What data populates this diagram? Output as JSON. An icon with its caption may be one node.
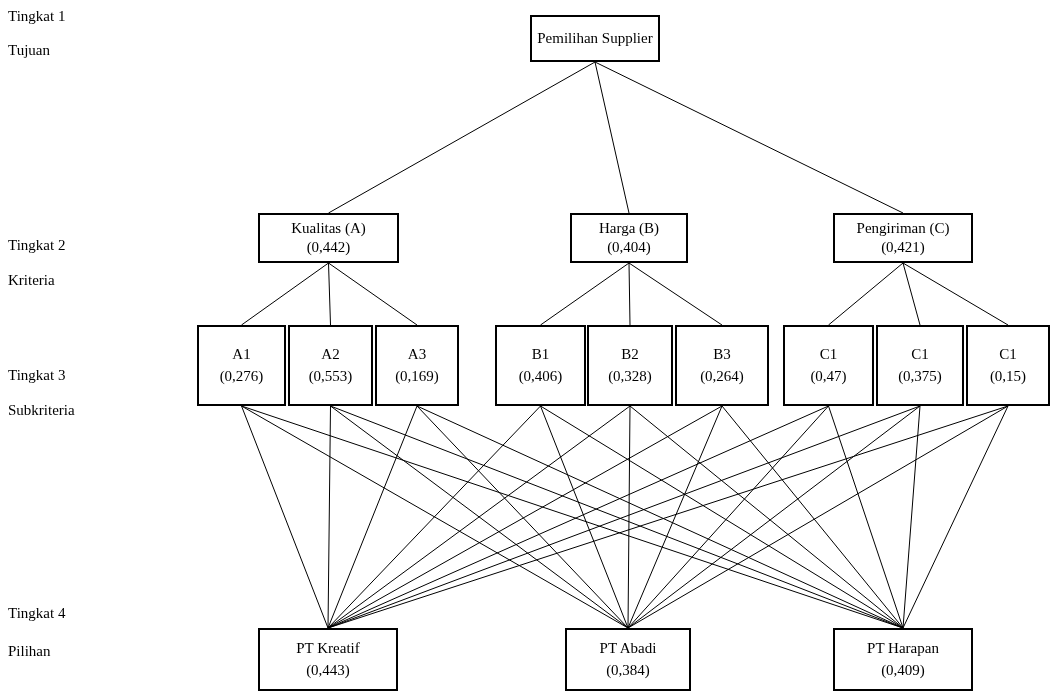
{
  "diagram": {
    "nodes": [
      {
        "text": [
          "Pemilihan Supplier"
        ]
      },
      {
        "text": [
          "Kualitas (A)",
          "(0,442)"
        ]
      },
      {
        "text": [
          "Harga  (B)",
          "(0,404)"
        ]
      },
      {
        "text": [
          "Pengiriman (C)",
          "(0,421)"
        ]
      },
      {
        "text": [
          "A1",
          "(0,276)"
        ]
      },
      {
        "text": [
          "A2",
          "(0,553)"
        ]
      },
      {
        "text": [
          "A3",
          "(0,169)"
        ]
      },
      {
        "text": [
          "B1",
          "(0,406)"
        ]
      },
      {
        "text": [
          "B2",
          "(0,328)"
        ]
      },
      {
        "text": [
          "B3",
          "(0,264)"
        ]
      },
      {
        "text": [
          "C1",
          "(0,47)"
        ]
      },
      {
        "text": [
          "C1",
          "(0,375)"
        ]
      },
      {
        "text": [
          "C1",
          "(0,15)"
        ]
      },
      {
        "text": [
          "PT Kreatif",
          "(0,443)"
        ]
      },
      {
        "text": [
          "PT Abadi",
          "(0,384)"
        ]
      },
      {
        "text": [
          "PT Harapan",
          "(0,409)"
        ]
      }
    ],
    "edges": [
      {
        "from": 0,
        "to": 1,
        "arrow": "none"
      },
      {
        "from": 0,
        "to": 2,
        "arrow": "none"
      },
      {
        "from": 0,
        "to": 3,
        "arrow": "none"
      },
      {
        "from": 1,
        "to": 4,
        "arrow": "none"
      },
      {
        "from": 1,
        "to": 5,
        "arrow": "none"
      },
      {
        "from": 1,
        "to": 6,
        "arrow": "none"
      },
      {
        "from": 2,
        "to": 7,
        "arrow": "none"
      },
      {
        "from": 2,
        "to": 8,
        "arrow": "none"
      },
      {
        "from": 2,
        "to": 9,
        "arrow": "none"
      },
      {
        "from": 3,
        "to": 10,
        "arrow": "none"
      },
      {
        "from": 3,
        "to": 11,
        "arrow": "none"
      },
      {
        "from": 3,
        "to": 12,
        "arrow": "none"
      },
      {
        "from": 4,
        "to": 13,
        "arrow": "none"
      },
      {
        "from": 4,
        "to": 14,
        "arrow": "none"
      },
      {
        "from": 4,
        "to": 15,
        "arrow": "none"
      },
      {
        "from": 5,
        "to": 13,
        "arrow": "none"
      },
      {
        "from": 5,
        "to": 14,
        "arrow": "none"
      },
      {
        "from": 5,
        "to": 15,
        "arrow": "none"
      },
      {
        "from": 6,
        "to": 13,
        "arrow": "none"
      },
      {
        "from": 6,
        "to": 14,
        "arrow": "none"
      },
      {
        "from": 6,
        "to": 15,
        "arrow": "none"
      },
      {
        "from": 7,
        "to": 13,
        "arrow": "none"
      },
      {
        "from": 7,
        "to": 14,
        "arrow": "none"
      },
      {
        "from": 7,
        "to": 15,
        "arrow": "none"
      },
      {
        "from": 8,
        "to": 13,
        "arrow": "none"
      },
      {
        "from": 8,
        "to": 14,
        "arrow": "none"
      },
      {
        "from": 8,
        "to": 15,
        "arrow": "none"
      },
      {
        "from": 9,
        "to": 13,
        "arrow": "none"
      },
      {
        "from": 9,
        "to": 14,
        "arrow": "none"
      },
      {
        "from": 9,
        "to": 15,
        "arrow": "none"
      },
      {
        "from": 10,
        "to": 13,
        "arrow": "none"
      },
      {
        "from": 10,
        "to": 14,
        "arrow": "none"
      },
      {
        "from": 10,
        "to": 15,
        "arrow": "none"
      },
      {
        "from": 11,
        "to": 13,
        "arrow": "none"
      },
      {
        "from": 11,
        "to": 14,
        "arrow": "none"
      },
      {
        "from": 11,
        "to": 15,
        "arrow": "none"
      },
      {
        "from": 12,
        "to": 13,
        "arrow": "none"
      },
      {
        "from": 12,
        "to": 14,
        "arrow": "none"
      },
      {
        "from": 12,
        "to": 15,
        "arrow": "none"
      }
    ],
    "labels": [
      "Tingkat 1",
      "Tujuan",
      "Tingkat 2",
      "Kriteria",
      "Tingkat 3",
      "Subkriteria",
      "Tingkat 4",
      "Pilihan"
    ]
  }
}
